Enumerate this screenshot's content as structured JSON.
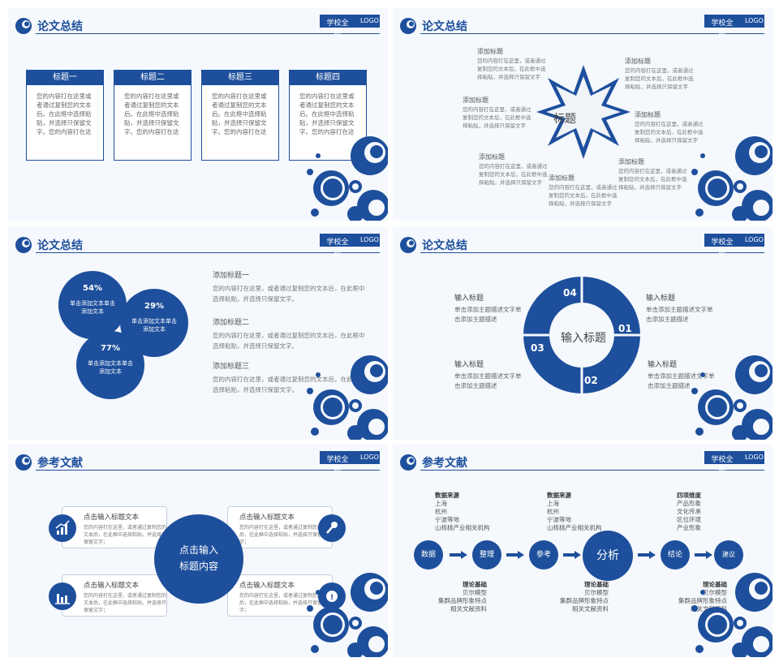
{
  "header": {
    "school": "学校全称",
    "logo": "LOGO"
  },
  "slide1": {
    "title": "论文总结",
    "columns": [
      {
        "heading": "标题一",
        "body": "您的内容打在这里或者通过复制您的文本后。在此框中选择粘贴，并选择只保留文字。您的内容打在这"
      },
      {
        "heading": "标题二",
        "body": "您的内容打在这里或者通过复制您的文本后。在此框中选择粘贴，并选择只保留文字。您的内容打在这"
      },
      {
        "heading": "标题三",
        "body": "您的内容打在这里或者通过复制您的文本后。在此框中选择粘贴，并选择只保留文字。您的内容打在这"
      },
      {
        "heading": "标题四",
        "body": "您的内容打在这里或者通过复制您的文本后。在此框中选择粘贴，并选择只保留文字。您的内容打在这"
      }
    ]
  },
  "slide2": {
    "title": "论文总结",
    "center": "标题",
    "blocks": [
      {
        "title": "添加标题",
        "desc": "您的内容打在这里，或者通过复制您的文本后，在此框中选择粘贴，并选择只保留文字"
      },
      {
        "title": "添加标题",
        "desc": "您的内容打在这里，或者通过复制您的文本后，在此框中选择粘贴，并选择只保留文字"
      },
      {
        "title": "添加标题",
        "desc": "您的内容打在这里，或者通过复制您的文本后，在此框中选择粘贴，并选择只保留文字"
      },
      {
        "title": "添加标题",
        "desc": "您的内容打在这里，或者通过复制您的文本后，在此框中选择粘贴，并选择只保留文字"
      },
      {
        "title": "添加标题",
        "desc": "您的内容打在这里，或者通过复制您的文本后，在此框中选择粘贴，并选择只保留文字"
      },
      {
        "title": "添加标题",
        "desc": "您的内容打在这里，或者通过复制您的文本后，在此框中选择粘贴，并选择只保留文字"
      },
      {
        "title": "添加标题",
        "desc": "您的内容打在这里，或者通过复制您的文本后，在此框中选择粘贴，并选择只保留文字"
      }
    ]
  },
  "slide3": {
    "title": "论文总结",
    "bubbles": [
      {
        "pct": "54%",
        "text": "单击添加文本单击添加文本"
      },
      {
        "pct": "29%",
        "text": "单击添加文本单击添加文本"
      },
      {
        "pct": "77%",
        "text": "单击添加文本单击添加文本"
      }
    ],
    "items": [
      {
        "title": "添加标题一",
        "desc": "您的内容打在这里，或者通过复制您的文本后，在此框中选择粘贴，并选择只保留文字。"
      },
      {
        "title": "添加标题二",
        "desc": "您的内容打在这里，或者通过复制您的文本后，在此框中选择粘贴，并选择只保留文字。"
      },
      {
        "title": "添加标题三",
        "desc": "您的内容打在这里，或者通过复制您的文本后，在此框中选择粘贴，并选择只保留文字。"
      }
    ]
  },
  "slide4": {
    "title": "论文总结",
    "center": "输入标题",
    "numbers": [
      "01",
      "02",
      "03",
      "04"
    ],
    "labels": [
      {
        "title": "输入标题",
        "desc": "单击添加主题描述文字单击添加主题描述"
      },
      {
        "title": "输入标题",
        "desc": "单击添加主题描述文字单击添加主题描述"
      },
      {
        "title": "输入标题",
        "desc": "单击添加主题描述文字单击添加主题描述"
      },
      {
        "title": "输入标题",
        "desc": "单击添加主题描述文字单击添加主题描述"
      }
    ]
  },
  "slide5": {
    "title": "参考文献",
    "center_line1": "点击输入",
    "center_line2": "标题内容",
    "cards": [
      {
        "title": "点击输入标题文本",
        "desc": "您的内容打在这里，或者通过复制您的文本后，在此框中选择粘贴，并选择只保留文字；"
      },
      {
        "title": "点击输入标题文本",
        "desc": "您的内容打在这里，或者通过复制您的文本后，在此框中选择粘贴，并选择只保留文字；"
      },
      {
        "title": "点击输入标题文本",
        "desc": "您的内容打在这里，或者通过复制您的文本后，在此框中选择粘贴，并选择只保留文字；"
      },
      {
        "title": "点击输入标题文本",
        "desc": "您的内容打在这里，或者通过复制您的文本后，在此框中选择粘贴，并选择只保留文字；"
      }
    ]
  },
  "slide6": {
    "title": "参考文献",
    "nodes": [
      "数据",
      "整理",
      "参考",
      "分析",
      "结论",
      "建议"
    ],
    "top_info": [
      {
        "title": "数据来源",
        "lines": [
          "上海",
          "杭州",
          "宁波等地",
          "山核桃产业相关机构"
        ]
      },
      {
        "title": "数据来源",
        "lines": [
          "上海",
          "杭州",
          "宁波等地",
          "山核桃产业相关机构"
        ]
      },
      {
        "title": "四项维度",
        "lines": [
          "产品形象",
          "文化传承",
          "区位环境",
          "产业形象"
        ]
      }
    ],
    "bottom_info": [
      {
        "title": "理论基础",
        "lines": [
          "贝尔模型",
          "集群品牌形象特点",
          "相关文献资料"
        ]
      },
      {
        "title": "理论基础",
        "lines": [
          "贝尔模型",
          "集群品牌形象特点",
          "相关文献资料"
        ]
      },
      {
        "title": "理论基础",
        "lines": [
          "贝尔模型",
          "集群品牌形象特点",
          "相关文献资料"
        ]
      }
    ]
  }
}
